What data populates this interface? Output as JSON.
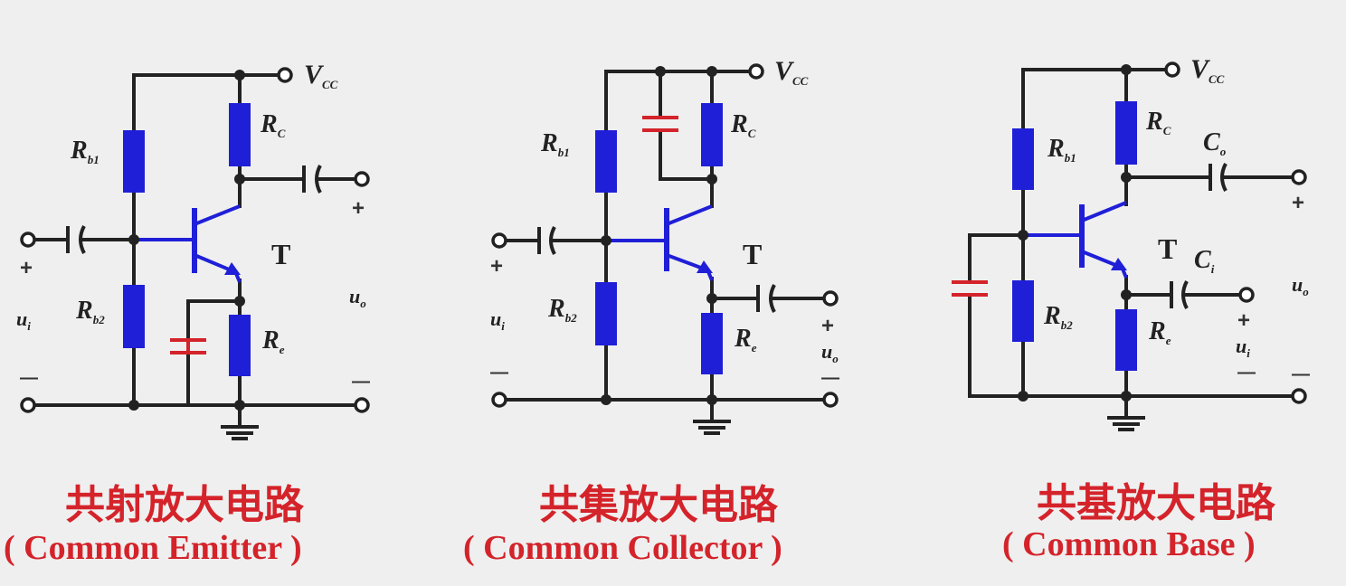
{
  "circuits": [
    {
      "id": "common-emitter",
      "title_cn": "共射放大电路",
      "title_en": "( Common Emitter )",
      "labels": {
        "vcc_main": "V",
        "vcc_sub": "CC",
        "rb1_main": "R",
        "rb1_sub": "b1",
        "rb2_main": "R",
        "rb2_sub": "b2",
        "rc_main": "R",
        "rc_sub": "C",
        "re_main": "R",
        "re_sub": "e",
        "t": "T",
        "ui_main": "u",
        "ui_sub": "i",
        "uo_main": "u",
        "uo_sub": "o",
        "in_plus": "+",
        "in_minus": "—",
        "out_plus": "+",
        "out_minus": "—"
      }
    },
    {
      "id": "common-collector",
      "title_cn": "共集放大电路",
      "title_en": "( Common Collector )",
      "labels": {
        "vcc_main": "V",
        "vcc_sub": "CC",
        "rb1_main": "R",
        "rb1_sub": "b1",
        "rb2_main": "R",
        "rb2_sub": "b2",
        "rc_main": "R",
        "rc_sub": "C",
        "re_main": "R",
        "re_sub": "e",
        "t": "T",
        "ui_main": "u",
        "ui_sub": "i",
        "uo_main": "u",
        "uo_sub": "o",
        "in_plus": "+",
        "in_minus": "—",
        "out_plus": "+",
        "out_minus": "—"
      }
    },
    {
      "id": "common-base",
      "title_cn": "共基放大电路",
      "title_en": "( Common Base )",
      "labels": {
        "vcc_main": "V",
        "vcc_sub": "CC",
        "rb1_main": "R",
        "rb1_sub": "b1",
        "rb2_main": "R",
        "rb2_sub": "b2",
        "rc_main": "R",
        "rc_sub": "C",
        "re_main": "R",
        "re_sub": "e",
        "t": "T",
        "co_main": "C",
        "co_sub": "o",
        "ci_main": "C",
        "ci_sub": "i",
        "ui_main": "u",
        "ui_sub": "i",
        "uo_main": "u",
        "uo_sub": "o",
        "in_plus": "+",
        "in_minus": "—",
        "out_plus": "+",
        "out_minus": "—"
      }
    }
  ],
  "colors": {
    "background": "#efefef",
    "wire": "#222222",
    "resistor": "#1f1fd8",
    "transistor": "#1f1fd8",
    "bypass_capacitor": "#d4232a",
    "title": "#d4232a"
  }
}
